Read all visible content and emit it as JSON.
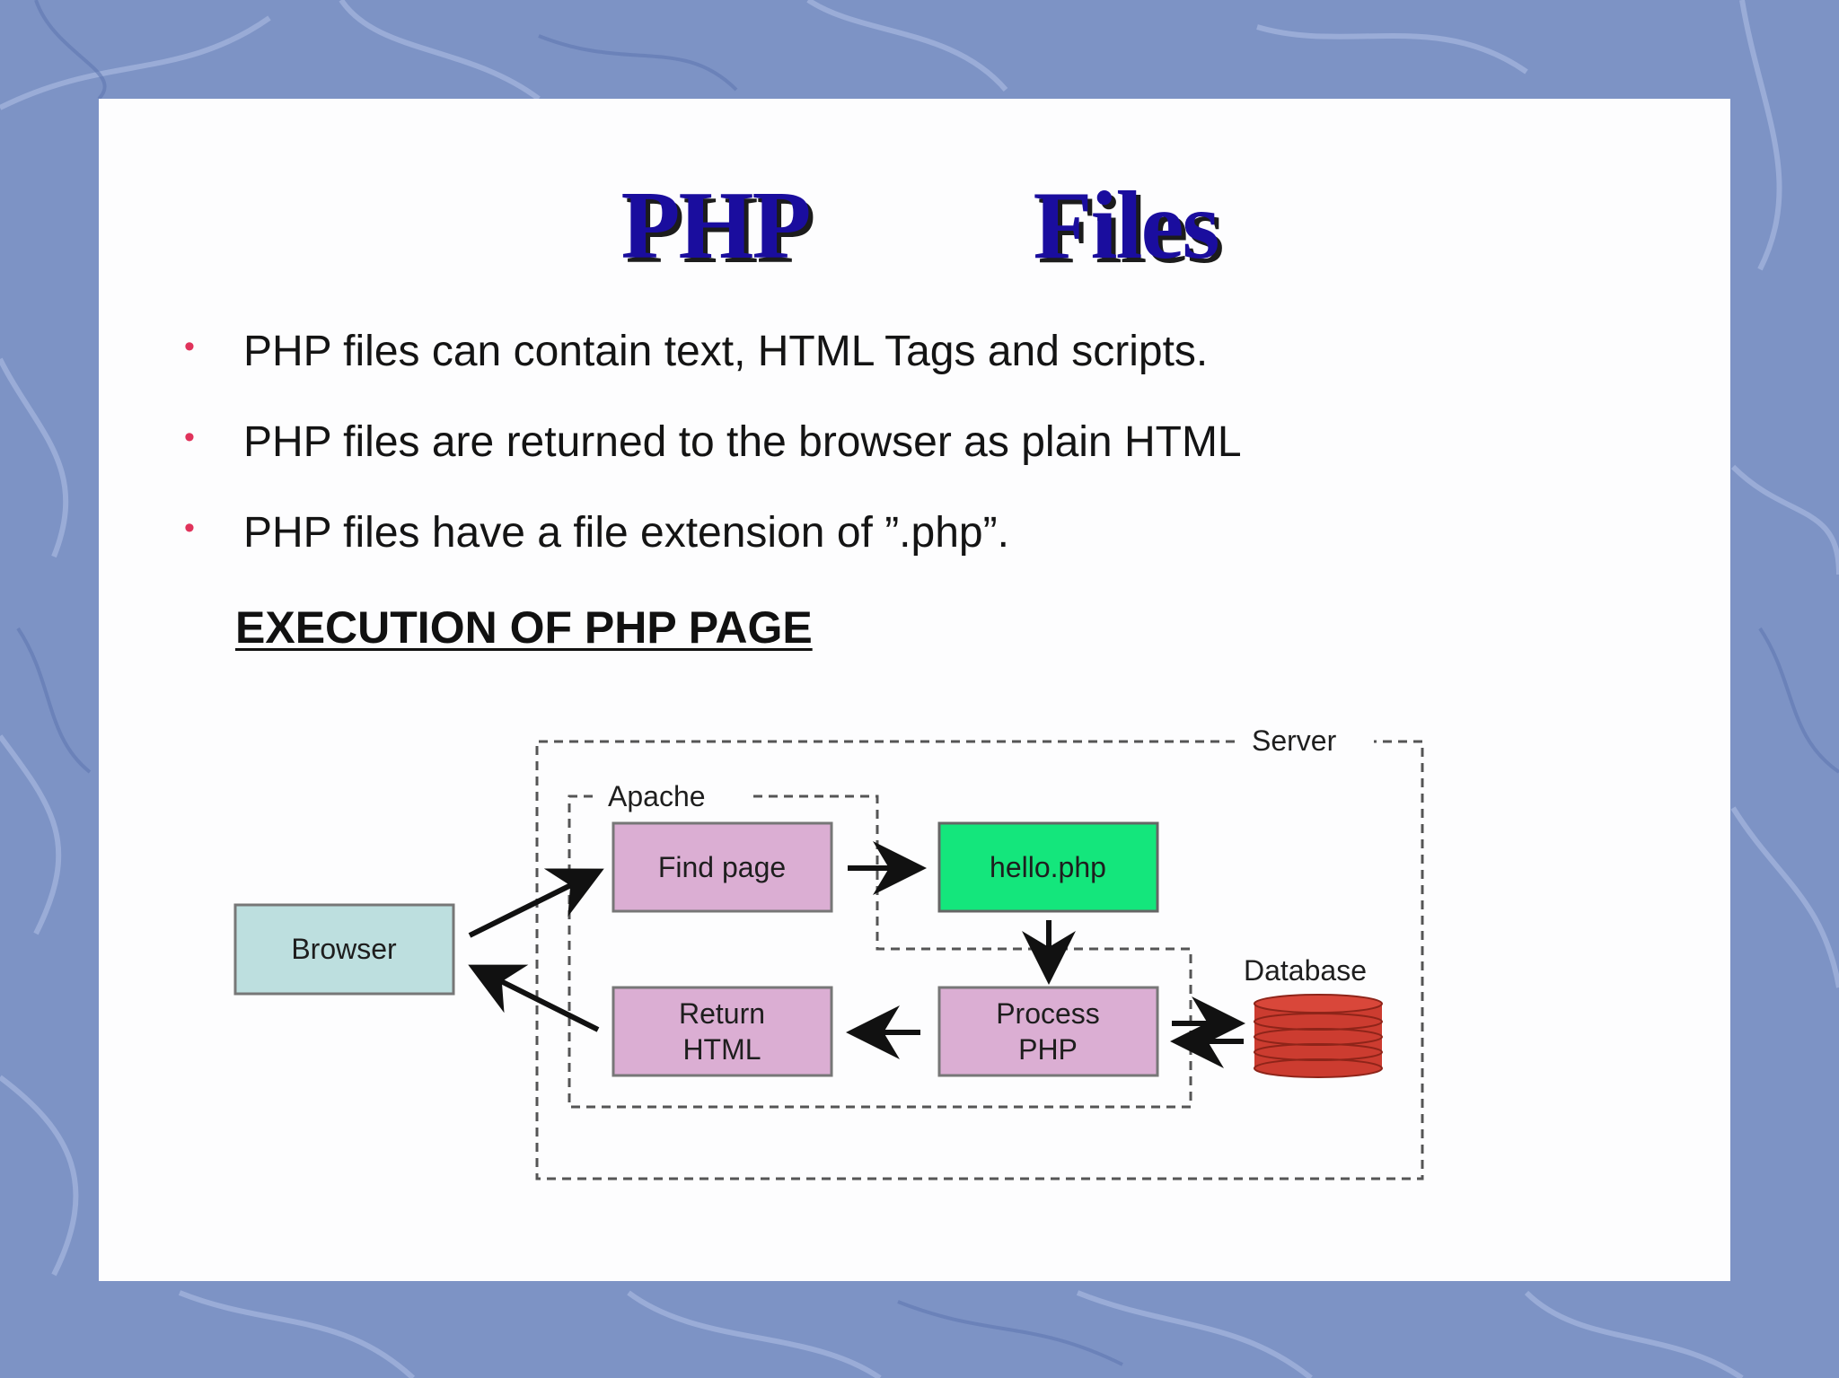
{
  "slide": {
    "title": "PHP   Files",
    "bullets": [
      "PHP files can contain text, HTML Tags and scripts.",
      "PHP files are returned to the browser as plain HTML",
      "PHP files have a file extension of ”.php”."
    ],
    "bullet_symbol": "•",
    "section_heading": "EXECUTION OF PHP PAGE"
  },
  "diagram": {
    "server_label": "Server",
    "apache_label": "Apache",
    "browser_label": "Browser",
    "find_page_label": "Find page",
    "hello_php_label": "hello.php",
    "return_html_line1": "Return",
    "return_html_line2": "HTML",
    "process_php_line1": "Process",
    "process_php_line2": "PHP",
    "database_label": "Database"
  },
  "colors": {
    "title": "#1a0d9e",
    "bullet_dot": "#e0335b",
    "browser_box": "#bddfdf",
    "pink_box": "#dbaed3",
    "green_box": "#14e67c",
    "database": "#cc3c30",
    "background": "#7f95c6"
  }
}
